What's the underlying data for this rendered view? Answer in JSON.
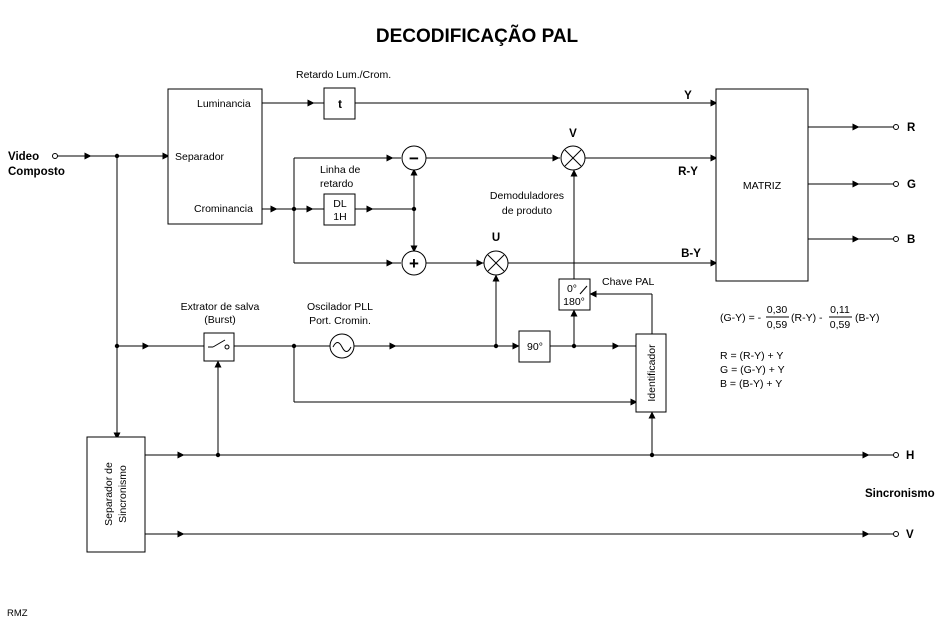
{
  "title": "DECODIFICAÇÃO  PAL",
  "input": {
    "line1": "Video",
    "line2": "Composto"
  },
  "separator": {
    "luminancia": "Luminancia",
    "separador": "Separador",
    "crominancia": "Crominancia"
  },
  "delay_lum": {
    "label": "Retardo Lum./Crom.",
    "symbol": "t"
  },
  "delay_line": {
    "label1": "Linha de",
    "label2": "retardo",
    "box1": "DL",
    "box2": "1H"
  },
  "signals": {
    "y": "Y",
    "ry": "R-Y",
    "by": "B-Y",
    "v": "V",
    "u": "U"
  },
  "demodulators": {
    "line1": "Demoduladores",
    "line2": "de produto"
  },
  "matrix": "MATRIZ",
  "outputs": {
    "r": "R",
    "g": "G",
    "b": "B",
    "h": "H",
    "v": "V"
  },
  "burst": {
    "line1": "Extrator de salva",
    "line2": "(Burst)"
  },
  "oscillator": {
    "line1": "Oscilador PLL",
    "line2": "Port. Cromin."
  },
  "phase90": "90°",
  "switch_box": {
    "line1": "0°",
    "line2": "180°"
  },
  "pal_switch": "Chave PAL",
  "identifier": "Identificador",
  "sync_sep": {
    "line1": "Separador de",
    "line2": "Sincronismo"
  },
  "sync_label": "Sincronismo",
  "formula": {
    "lhs": "(G-Y) = -",
    "num1": "0,30",
    "den1": "0,59",
    "mid": "(R-Y) -",
    "num2": "0,11",
    "den2": "0,59",
    "end": "(B-Y)"
  },
  "equations": [
    "R = (R-Y) + Y",
    "G = (G-Y) + Y",
    "B = (B-Y) + Y"
  ],
  "author": "RMZ",
  "minus_sign": "−",
  "plus_sign": "+"
}
